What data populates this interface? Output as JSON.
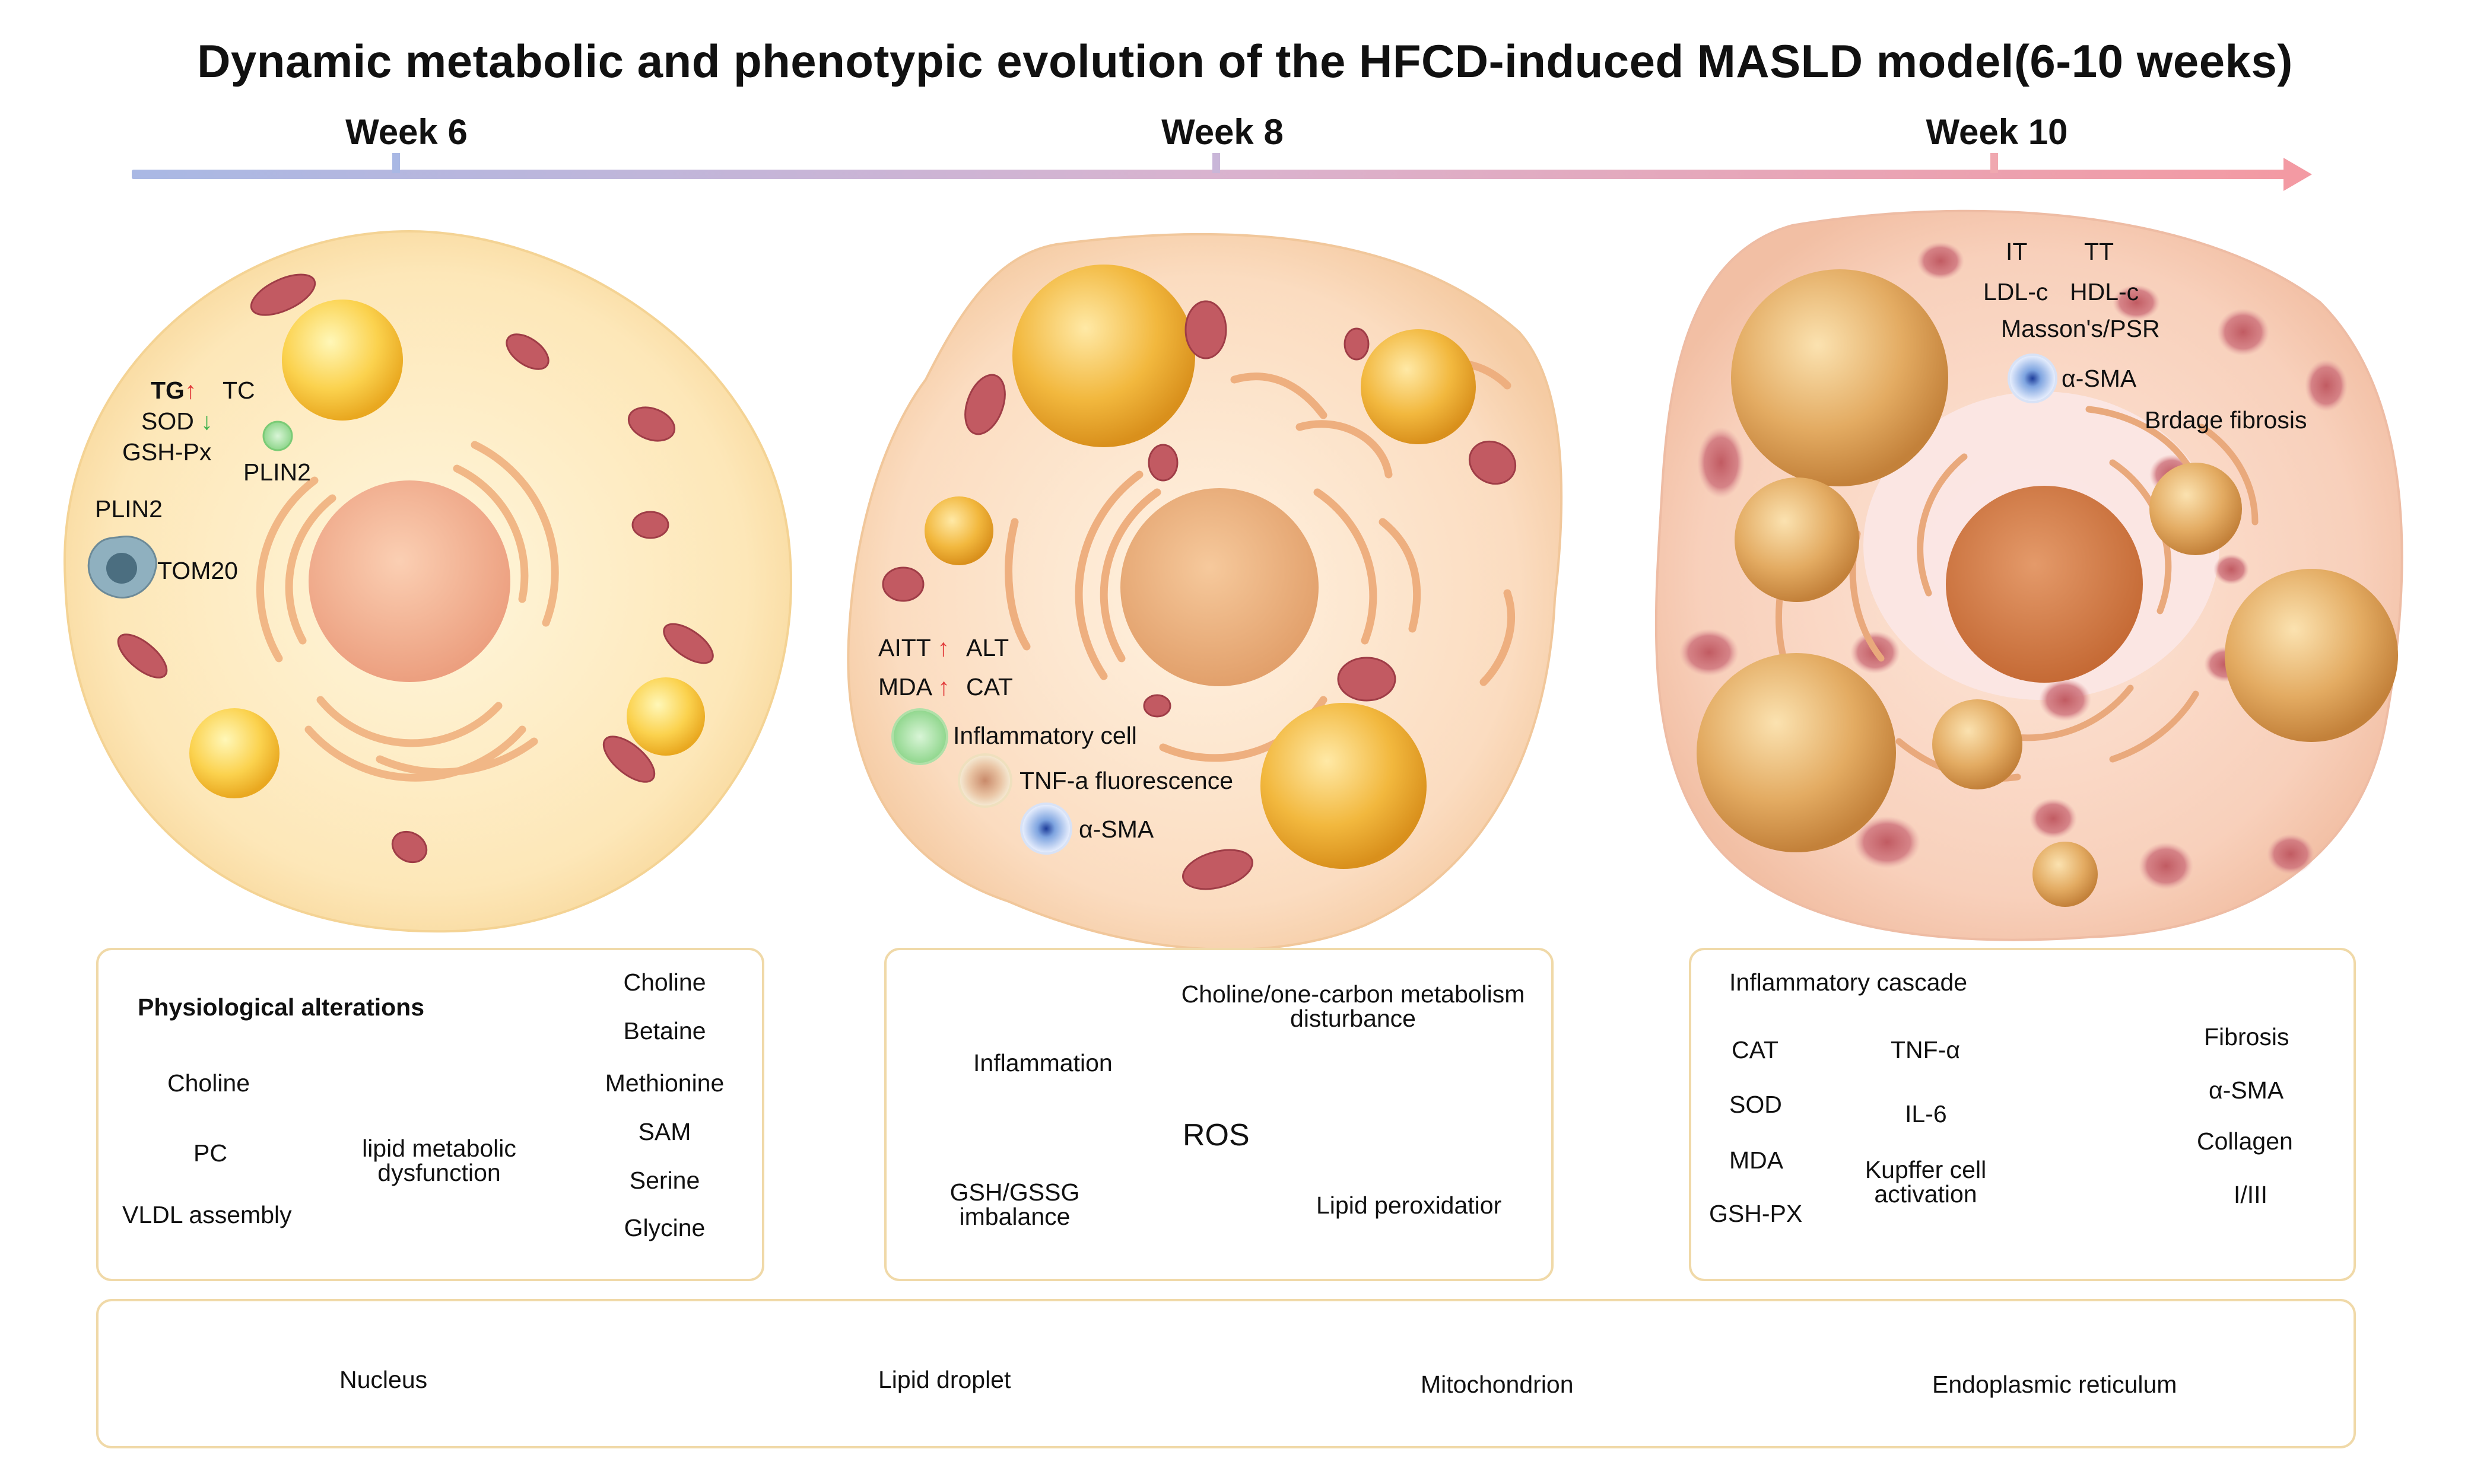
{
  "title": "Dynamic metabolic and phenotypic evolution of the HFCD-induced MASLD model(6-10 weeks)",
  "timeline": {
    "weeks": [
      "Week 6",
      "Week 8",
      "Week 10"
    ]
  },
  "cell1": {
    "tg": "TG",
    "tc": "TC",
    "sod": "SOD",
    "gsh_px": "GSH-Px",
    "plin2_a": "PLIN2",
    "plin2_b": "PLIN2",
    "tom20": "TOM20"
  },
  "cell2": {
    "aitt": "AITT",
    "alt": "ALT",
    "mda": "MDA",
    "cat": "CAT",
    "inflammatory_cell": "Inflammatory cell",
    "tnf": "TNF-a fluorescence",
    "asma": "α-SMA"
  },
  "cell3": {
    "it": "IT",
    "tt": "TT",
    "ldl": "LDL-c",
    "hdl": "HDL-c",
    "masson": "Masson's/PSR",
    "asma": "α-SMA",
    "bridge": "Brdage fibrosis"
  },
  "panel1": {
    "heading": "Physiological alterations",
    "choline": "Choline",
    "pc": "PC",
    "vldl": "VLDL assembly",
    "arrow_label_1": "lipid metabolic",
    "arrow_label_2": "dysfunction",
    "metabolites": [
      "Choline",
      "Betaine",
      "Methionine",
      "SAM",
      "Serine",
      "Glycine"
    ]
  },
  "panel2": {
    "top_1": "Choline/one-carbon metabolism",
    "top_2": "disturbance",
    "inflammation": "Inflammation",
    "ros": "ROS",
    "gsh_1": "GSH/GSSG",
    "gsh_2": "imbalance",
    "lipid_perox": "Lipid peroxidatior"
  },
  "panel3": {
    "heading": "Inflammatory cascade",
    "left": [
      "CAT",
      "SOD",
      "MDA",
      "GSH-PX"
    ],
    "tnf": "TNF-α",
    "il6": "IL-6",
    "kupffer_1": "Kupffer cell",
    "kupffer_2": "activation",
    "fibrosis": "Fibrosis",
    "asma": "α-SMA",
    "collagen": "Collagen",
    "ratio": "I/III"
  },
  "legend": {
    "nucleus": "Nucleus",
    "lipid": "Lipid droplet",
    "mito": "Mitochondrion",
    "er": "Endoplasmic reticulum"
  },
  "colors": {
    "up_arrow": "#e23b3b",
    "down_arrow": "#3cb04a",
    "timeline_start": "#a9b8e4",
    "timeline_end": "#f39aa3",
    "box_border": "#f0d9a8"
  }
}
